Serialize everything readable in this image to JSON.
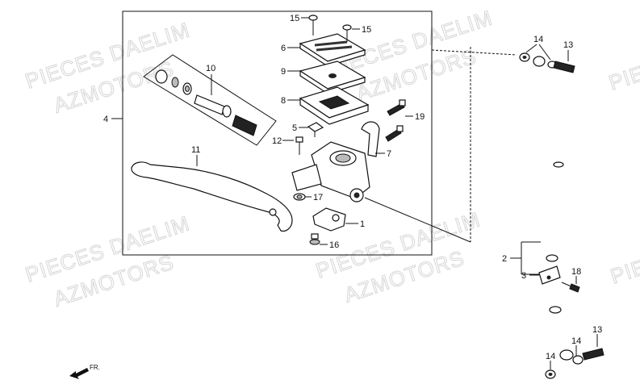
{
  "diagram": {
    "callouts": {
      "c1": "1",
      "c2": "2",
      "c3": "3",
      "c4": "4",
      "c5": "5",
      "c6": "6",
      "c7": "7",
      "c8": "8",
      "c9": "9",
      "c10": "10",
      "c11": "11",
      "c12": "12",
      "c13a": "13",
      "c13b": "13",
      "c14a": "14",
      "c14b": "14",
      "c14c": "14",
      "c15a": "15",
      "c15b": "15",
      "c16": "16",
      "c17": "17",
      "c18": "18",
      "c19": "19"
    },
    "watermarks": {
      "w1": "PIECES DAELIM",
      "w2": "AZMOTORS",
      "w3": "PIECES DAELIM",
      "w4": "AZMOTORS",
      "w5": "PIECES DAELIM",
      "w6": "AZMOTORS",
      "w7": "PIECES DAELIM",
      "w8": "AZMOTORS",
      "w9": "PIE",
      "w10": "PIE"
    },
    "direction_label": "FR."
  }
}
